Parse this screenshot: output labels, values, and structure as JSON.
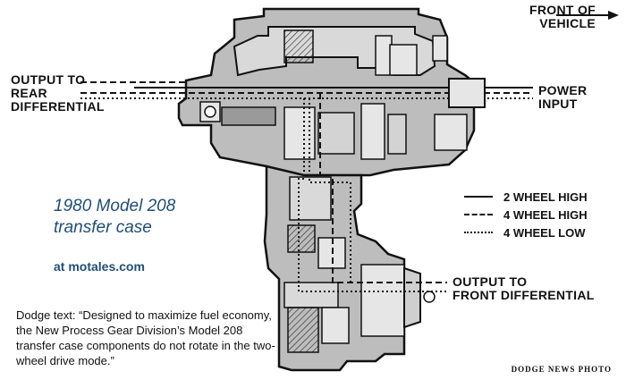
{
  "labels": {
    "front_of_vehicle_line1": "FRONT OF",
    "front_of_vehicle_line2": "VEHICLE",
    "output_rear_line1": "OUTPUT TO",
    "output_rear_line2": "REAR",
    "output_rear_line3": "DIFFERENTIAL",
    "power_input_line1": "POWER",
    "power_input_line2": "INPUT",
    "output_front_line1": "OUTPUT TO",
    "output_front_line2": "FRONT DIFFERENTIAL"
  },
  "legend": [
    {
      "style": "solid",
      "label": "2 WHEEL HIGH"
    },
    {
      "style": "dashed",
      "label": "4 WHEEL HIGH"
    },
    {
      "style": "dotted",
      "label": "4 WHEEL LOW"
    }
  ],
  "caption": {
    "title_line1": "1980 Model 208",
    "title_line2": "transfer case",
    "site": "at motales.com",
    "quote": "Dodge text: “Designed to maximize fuel economy, the New Process Gear Division’s Model 208 transfer case components do not rotate in the two-wheel drive mode.”"
  },
  "credit": "DODGE NEWS PHOTO",
  "colors": {
    "caption_blue": "#1f4e79",
    "ink": "#111111",
    "casing_shade": "#b9b9b9"
  }
}
